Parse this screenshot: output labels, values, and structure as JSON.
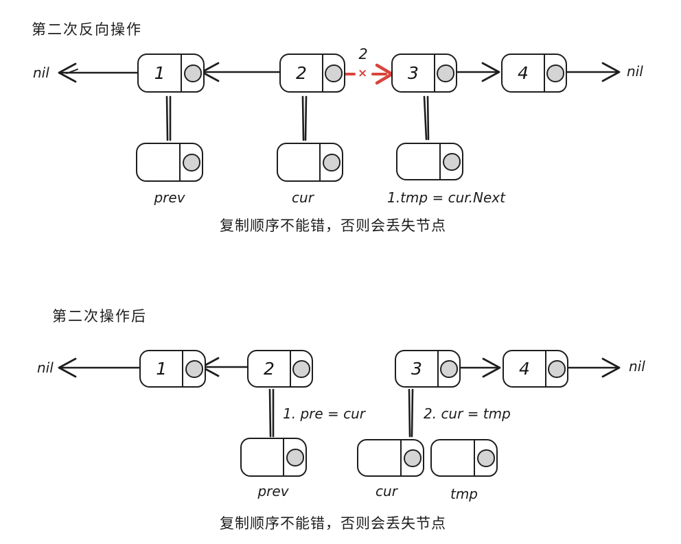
{
  "colors": {
    "ink": "#1d1d1d",
    "circle_fill": "#d4d4d4",
    "red_accent": "#d9453c",
    "background": "#ffffff"
  },
  "section1": {
    "title": "第二次反向操作",
    "nil_left": "nil",
    "nil_right": "nil",
    "nodes": [
      {
        "value": "1"
      },
      {
        "value": "2"
      },
      {
        "value": "3"
      },
      {
        "value": "4"
      }
    ],
    "red_arrow_label": "2",
    "red_cross": "×",
    "pointers": [
      {
        "label": "prev"
      },
      {
        "label": "cur"
      },
      {
        "label": "1.tmp = cur.Next"
      }
    ],
    "caption": "复制顺序不能错，否则会丢失节点"
  },
  "section2": {
    "title": "第二次操作后",
    "nil_left": "nil",
    "nil_right": "nil",
    "nodes": [
      {
        "value": "1"
      },
      {
        "value": "2"
      },
      {
        "value": "3"
      },
      {
        "value": "4"
      }
    ],
    "step1_label": "1. pre = cur",
    "step2_label": "2. cur = tmp",
    "pointers": [
      {
        "label": "prev"
      },
      {
        "label": "cur"
      },
      {
        "label": "tmp"
      }
    ],
    "caption": "复制顺序不能错，否则会丢失节点"
  }
}
